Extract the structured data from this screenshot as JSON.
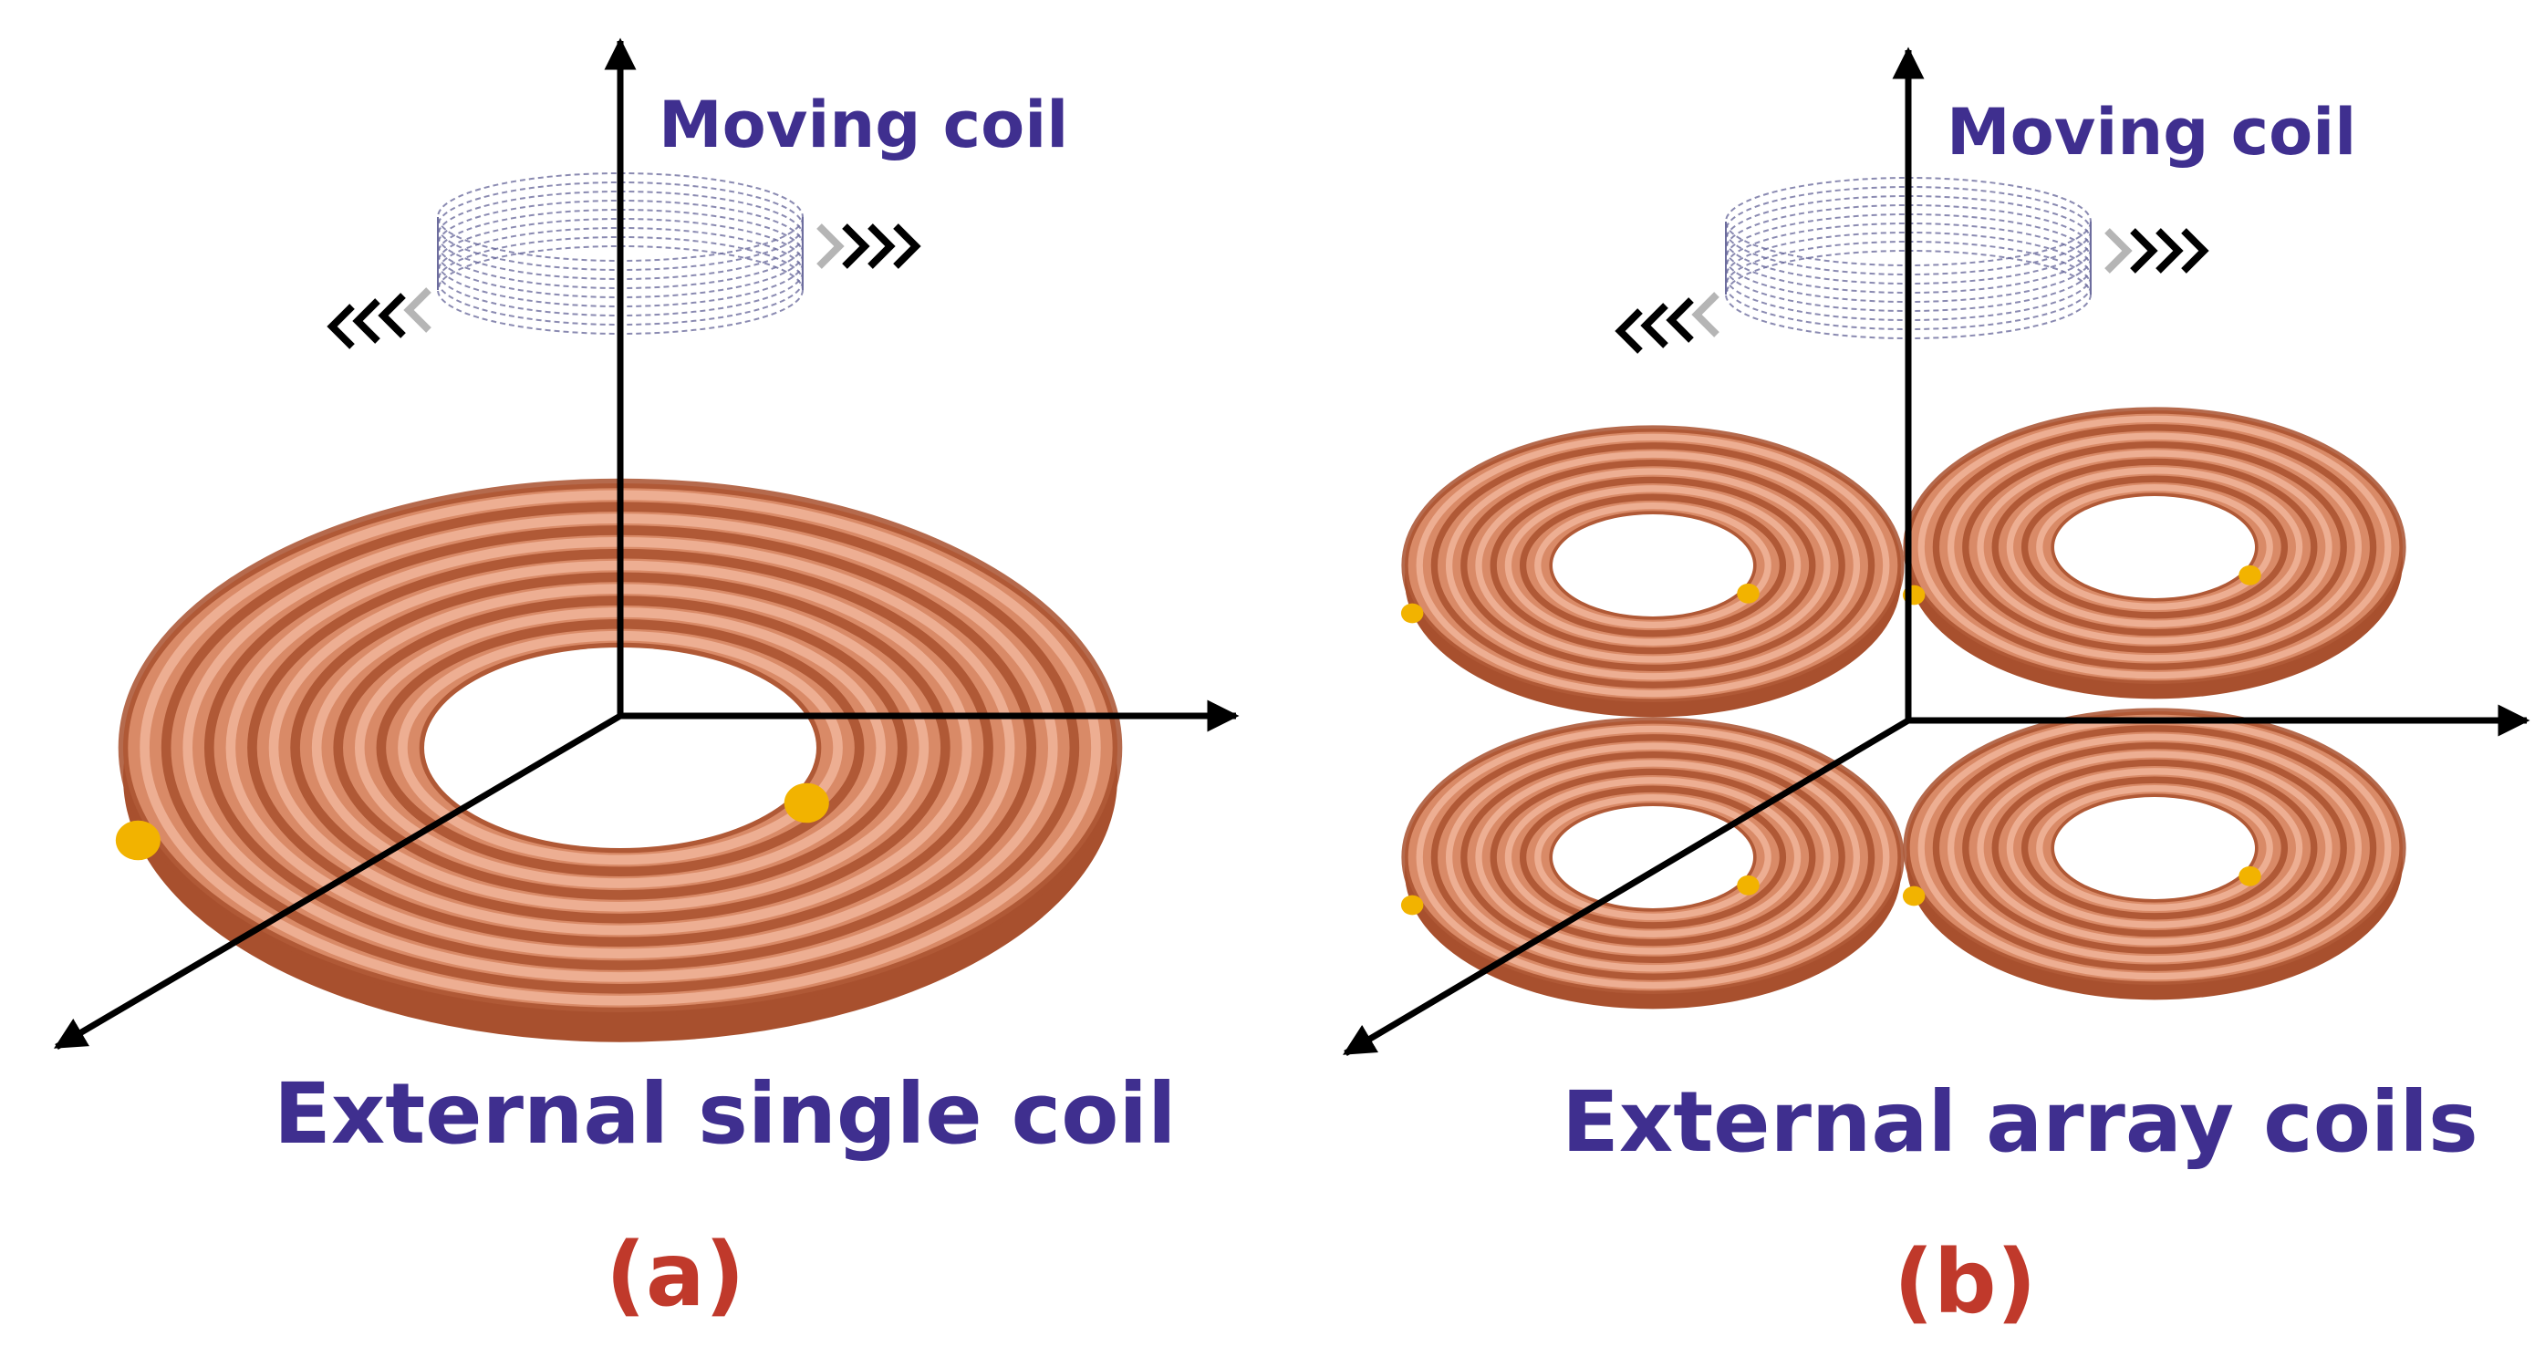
{
  "panels": [
    {
      "id": "a",
      "moving_label": "Moving coil",
      "title": "External single coil",
      "panel_label": "(a)"
    },
    {
      "id": "b",
      "moving_label": "Moving coil",
      "title": "External array coils",
      "panel_label": "(b)"
    }
  ],
  "colors": {
    "label_purple": "#3f2f8f",
    "panel_red": "#c0392b",
    "copper_light": "#f0b49a",
    "copper_mid": "#d98a67",
    "copper_dark": "#a8502e",
    "wire_end": "#f2b300",
    "moving_coil_wire": "#6d6d9e",
    "axis": "#000000",
    "chevron_gray": "#b5b5b5"
  },
  "icons": [
    "axis-arrow",
    "moving-coil-icon",
    "chevron-right-icon",
    "chevron-left-icon",
    "copper-coil-icon"
  ]
}
